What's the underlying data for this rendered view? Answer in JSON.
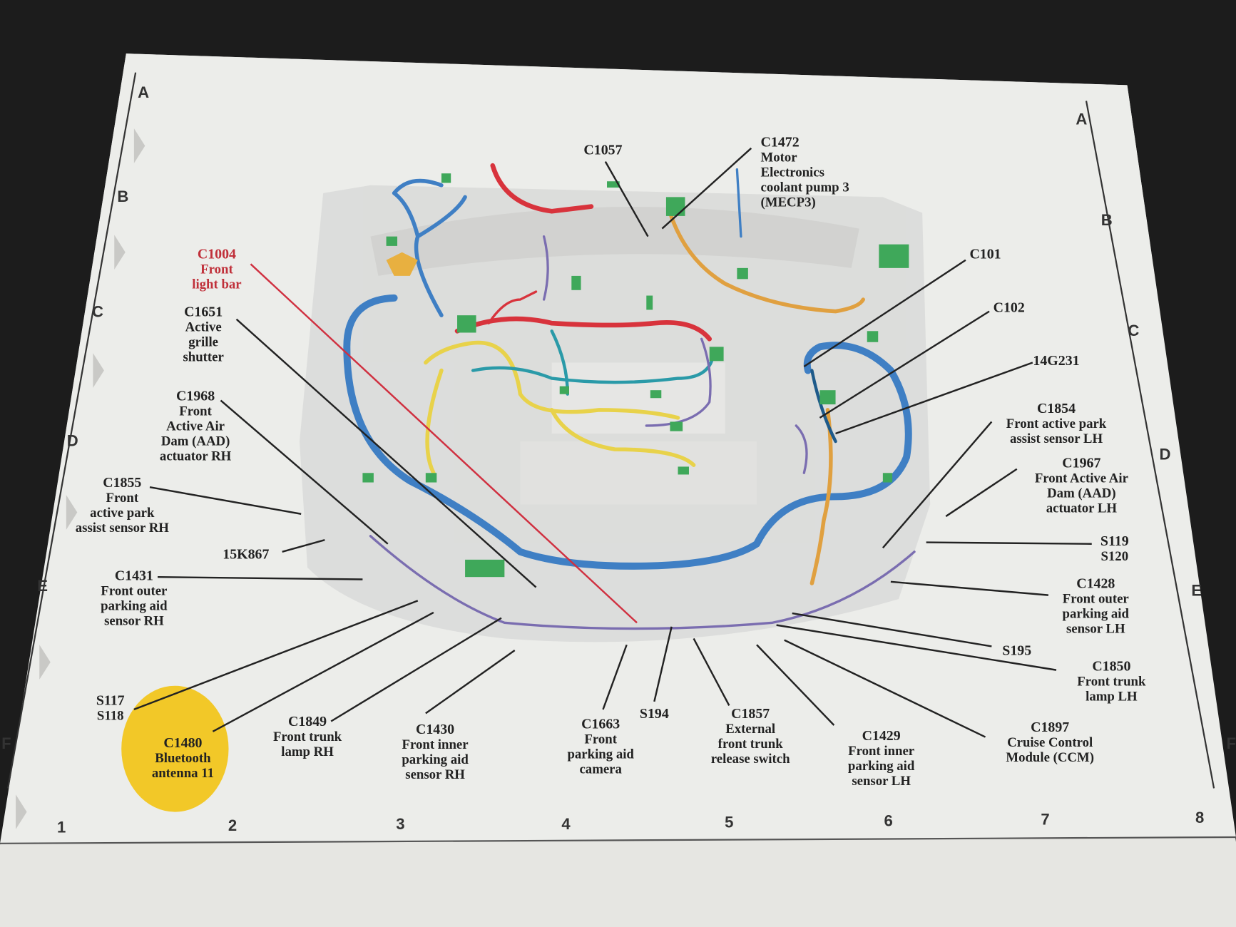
{
  "grid": {
    "rows_left": [
      "A",
      "B",
      "C",
      "D",
      "E",
      "F"
    ],
    "rows_right": [
      "A",
      "B",
      "C",
      "D",
      "E",
      "F"
    ],
    "columns": [
      "1",
      "2",
      "3",
      "4",
      "5",
      "6",
      "7",
      "8"
    ]
  },
  "callouts": [
    {
      "id": "C1057",
      "lines": [
        "C1057"
      ]
    },
    {
      "id": "C1472",
      "lines": [
        "C1472",
        "Motor",
        "Electronics",
        "coolant pump 3",
        "(MECP3)"
      ]
    },
    {
      "id": "C1004",
      "lines": [
        "C1004",
        "Front",
        "light bar"
      ],
      "highlight": "#c0303a"
    },
    {
      "id": "C1651",
      "lines": [
        "C1651",
        "Active",
        "grille",
        "shutter"
      ]
    },
    {
      "id": "C1968",
      "lines": [
        "C1968",
        "Front",
        "Active Air",
        "Dam (AAD)",
        "actuator RH"
      ]
    },
    {
      "id": "C1855",
      "lines": [
        "C1855",
        "Front",
        "active park",
        "assist sensor RH"
      ]
    },
    {
      "id": "15K867",
      "lines": [
        "15K867"
      ]
    },
    {
      "id": "C1431",
      "lines": [
        "C1431",
        "Front outer",
        "parking aid",
        "sensor RH"
      ]
    },
    {
      "id": "S117",
      "lines": [
        "S117",
        "S118"
      ]
    },
    {
      "id": "C1480",
      "lines": [
        "C1480",
        "Bluetooth",
        "antenna 11"
      ],
      "highlight": "#f2c417"
    },
    {
      "id": "C1849",
      "lines": [
        "C1849",
        "Front trunk",
        "lamp RH"
      ]
    },
    {
      "id": "C1430",
      "lines": [
        "C1430",
        "Front inner",
        "parking aid",
        "sensor RH"
      ]
    },
    {
      "id": "C1663",
      "lines": [
        "C1663",
        "Front",
        "parking aid",
        "camera"
      ]
    },
    {
      "id": "S194",
      "lines": [
        "S194"
      ]
    },
    {
      "id": "C1857",
      "lines": [
        "C1857",
        "External",
        "front trunk",
        "release switch"
      ]
    },
    {
      "id": "C1429",
      "lines": [
        "C1429",
        "Front inner",
        "parking aid",
        "sensor LH"
      ]
    },
    {
      "id": "C1897",
      "lines": [
        "C1897",
        "Cruise Control",
        "Module (CCM)"
      ]
    },
    {
      "id": "C1850",
      "lines": [
        "C1850",
        "Front trunk",
        "lamp LH"
      ]
    },
    {
      "id": "S195",
      "lines": [
        "S195"
      ]
    },
    {
      "id": "C1428",
      "lines": [
        "C1428",
        "Front outer",
        "parking aid",
        "sensor LH"
      ]
    },
    {
      "id": "S119",
      "lines": [
        "S119",
        "S120"
      ]
    },
    {
      "id": "C1967",
      "lines": [
        "C1967",
        "Front Active Air",
        "Dam (AAD)",
        "actuator LH"
      ]
    },
    {
      "id": "C1854",
      "lines": [
        "C1854",
        "Front active park",
        "assist sensor LH"
      ]
    },
    {
      "id": "14G231",
      "lines": [
        "14G231"
      ]
    },
    {
      "id": "C102",
      "lines": [
        "C102"
      ]
    },
    {
      "id": "C101",
      "lines": [
        "C101"
      ]
    }
  ],
  "wire_colors": {
    "blue": "#3f7fc4",
    "red": "#d8333c",
    "yellow": "#e8d24a",
    "green": "#3fa85a",
    "orange": "#e0a040",
    "purple": "#7a6db0",
    "teal": "#2a9aa8"
  }
}
